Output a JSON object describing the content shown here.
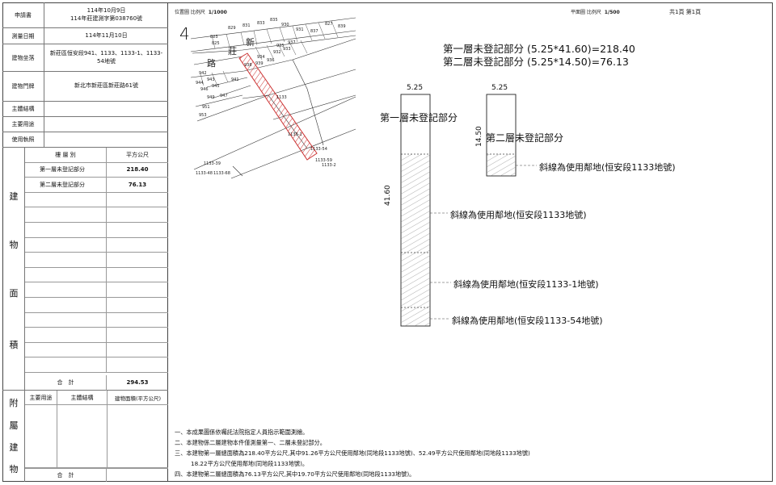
{
  "left_panel": {
    "applicant": {
      "label": "申請書",
      "date": "114年10月9日",
      "number": "114年莊建測字第038760號"
    },
    "survey_date": {
      "label": "測量日期",
      "value": "114年11月10日"
    },
    "location": {
      "label": "建物坐落",
      "value": "新莊區恒安段941、1133、1133-1、1133-54地號"
    },
    "address": {
      "label": "建物門牌",
      "value": "新北市新莊區新莊路61號"
    },
    "structure": {
      "label": "主體結構",
      "value": ""
    },
    "usage": {
      "label": "主要用途",
      "value": ""
    },
    "license": {
      "label": "使用執照",
      "value": ""
    },
    "area_section": {
      "side_chars": [
        "建",
        "物",
        "面",
        "積"
      ],
      "col_floor": "樓 層 別",
      "col_area": "平方公尺",
      "rows": [
        {
          "floor": "第一層未登記部分",
          "area": "218.40"
        },
        {
          "floor": "第二層未登記部分",
          "area": "76.13"
        }
      ],
      "total_label": "合　計",
      "total_value": "294.53"
    },
    "attached_section": {
      "side_chars": [
        "附",
        "屬",
        "建",
        "物"
      ],
      "col_usage": "主要用途",
      "col_structure": "主體結構",
      "col_area": "建物面積(平方公尺)",
      "total_label": "合　計"
    }
  },
  "location_map": {
    "caption": "位置圖 比例尺",
    "scale": "1/1000",
    "north_mark": "4",
    "road_chars": [
      "新",
      "莊",
      "路"
    ],
    "parcels": [
      "829",
      "831",
      "833",
      "835",
      "837",
      "839",
      "823",
      "825",
      "827",
      "930",
      "931",
      "932",
      "933",
      "934",
      "935",
      "936",
      "937",
      "938",
      "939",
      "941",
      "942",
      "943",
      "944",
      "945",
      "946",
      "947",
      "949",
      "951",
      "953",
      "1133",
      "1133-1",
      "1133-39",
      "1133-54",
      "1133-59",
      "1133-48",
      "1133-68",
      "1133-2"
    ]
  },
  "floor_plan": {
    "caption": "平面圖 比例尺",
    "scale": "1/500",
    "page": "共1頁 第1頁",
    "summary_1": "第一層未登記部分 (5.25*41.60)=218.40",
    "summary_2": "第二層未登記部分 (5.25*14.50)=76.13",
    "floor1_width": "5.25",
    "floor1_length": "41.60",
    "floor1_label": "第一層未登記部分",
    "floor2_width": "5.25",
    "floor2_length": "14.50",
    "floor2_label": "第二層未登記部分",
    "hatch_note_f2": "斜線為使用鄰地(恒安段1133地號)",
    "hatch_note_1": "斜線為使用鄰地(恒安段1133地號)",
    "hatch_note_2": "斜線為使用鄰地(恒安段1133-1地號)",
    "hatch_note_3": "斜線為使用鄰地(恒安段1133-54地號)"
  },
  "notes": [
    "一、本成果圖係依囑託法院指定人員指示範圍測繪。",
    "二、本建物係二層建物本件僅測量第一、二層未登記部分。",
    "三、本建物第一層總面積為218.40平方公尺,其中91.26平方公尺使用鄰地(同地段1133地號)、52.49平方公尺使用鄰地(同地段1133地號)",
    "18.22平方公尺使用鄰地(同地段1133地號)。",
    "四、本建物第二層總面積為76.13平方公尺,其中19.70平方公尺使用鄰地(同地段1133地號)。"
  ]
}
